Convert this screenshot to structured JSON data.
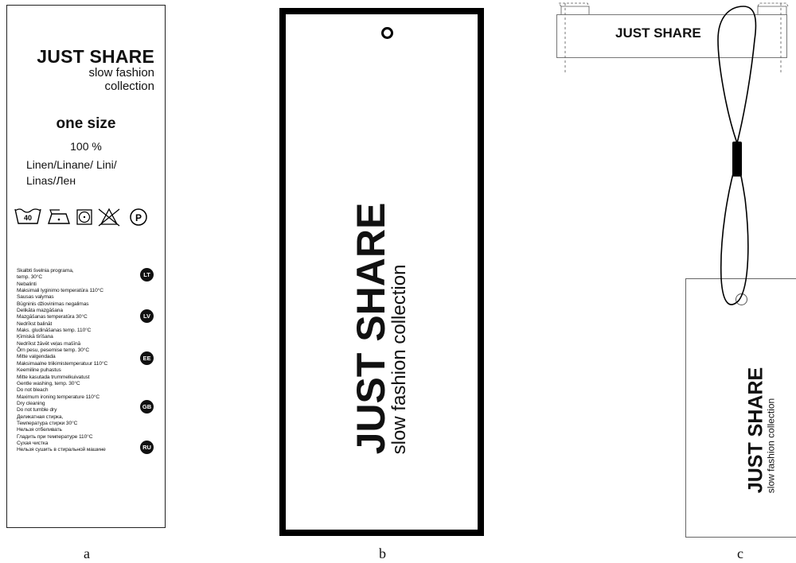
{
  "label_a": {
    "brand": "JUST SHARE",
    "sub1": "slow fashion",
    "sub2": "collection",
    "size": "one size",
    "percent": "100 %",
    "fibre1": "Linen/Linane/ Lini/",
    "fibre2": "Linas/Лен",
    "wash_temp": "40",
    "dryclean_symbol": "P",
    "care_lines": [
      "Skalbti švelnia programa,",
      "temp. 30°C",
      "Nebalinti",
      "Maksimali lyginimo temperatūra 110°C",
      "Sausas valymas",
      "Būgninis džiovinimas negalimas",
      "Delikāta mazgāšana",
      "Mazgāšanas temperatūra 30°C",
      "Nedrīkst balināt",
      "Maks. gludināšanas temp. 110°C",
      "Ķīmiskā tīrīšana",
      "Nedrīkst žāvēt veļas mašīnā",
      "Õrn pesu, pesemise temp. 30°C",
      "Mitte valgendada",
      "Maksimaalne triikimistemperatuur 110°C",
      "Keemiline puhastus",
      "Mitte kasutada trummelkuivatust",
      "Gentle washing, temp. 30°C",
      "Do not bleach",
      "Maximum ironing temperature 110°C",
      "Dry cleaning",
      "Do not tumble dry",
      "Деликатная стирка,",
      "Температура стирки 30°C",
      "Нельзя отбеливать",
      "Гладить при температуре 110°C",
      "Сухая чистка",
      "Нельзя сушить в стиральной машине"
    ],
    "badges": [
      "LT",
      "LV",
      "EE",
      "GB",
      "RU"
    ]
  },
  "tag_b": {
    "brand": "JUST SHARE",
    "sub": "slow fashion collection"
  },
  "woven_c": {
    "brand": "JUST SHARE"
  },
  "tag_c": {
    "brand": "JUST SHARE",
    "sub": "slow fashion collection"
  },
  "captions": {
    "a": "a",
    "b": "b",
    "c": "c"
  }
}
